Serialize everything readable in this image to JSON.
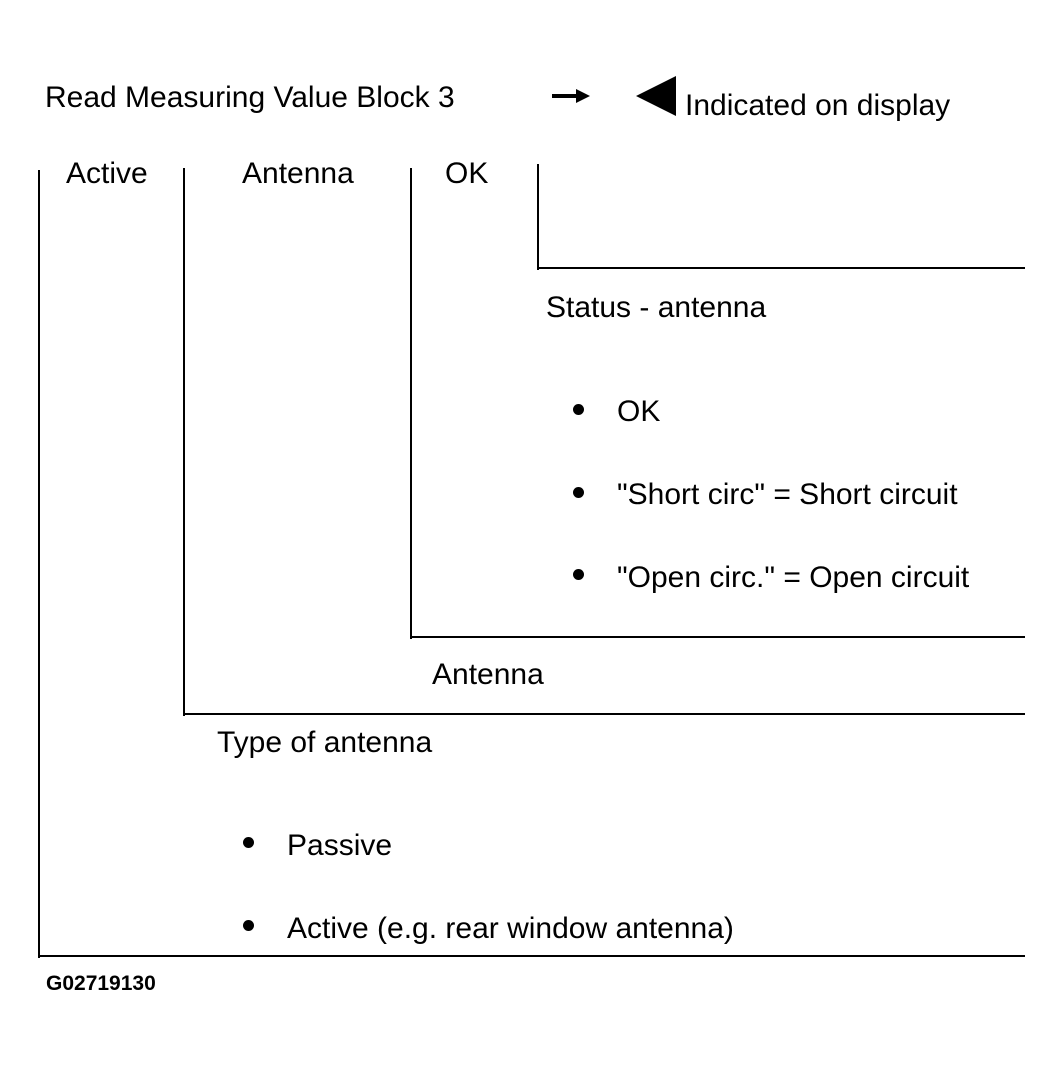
{
  "header": {
    "instruction": "Read Measuring Value Block 3",
    "arrow_icon": "right-arrow-icon",
    "display_marker_icon": "left-pointing-triangle-icon",
    "indicated_text": "Indicated on display"
  },
  "display_fields": [
    "Active",
    "Antenna",
    "OK"
  ],
  "field3": {
    "title": "Status - antenna",
    "items": [
      "OK",
      "\"Short circ\" = Short circuit",
      "\"Open circ.\" = Open circuit"
    ]
  },
  "field2": {
    "title": "Antenna"
  },
  "field1": {
    "title": "Type of antenna",
    "items": [
      "Passive",
      "Active (e.g. rear window antenna)"
    ]
  },
  "figure_id": "G02719130"
}
